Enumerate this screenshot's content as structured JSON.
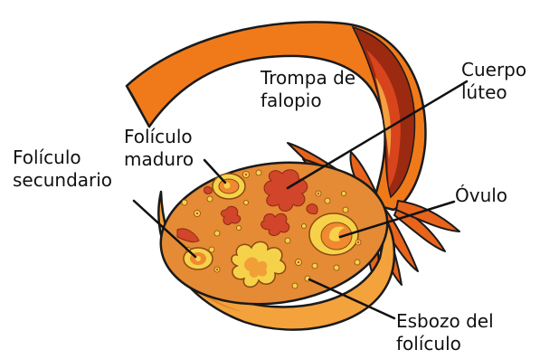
{
  "labels": {
    "trompa": [
      "Trompa de",
      "falopio"
    ],
    "cuerpo_luteo": [
      "Cuerpo",
      "lúteo"
    ],
    "foliculo_maduro": [
      "Folículo",
      "maduro"
    ],
    "foliculo_secundario": [
      "Folículo",
      "secundario"
    ],
    "ovulo": [
      "Óvulo"
    ],
    "esbozo": [
      "Esbozo del",
      "folículo"
    ]
  },
  "colors": {
    "outline": "#1a1a1a",
    "tube_orange": "#f07a1a",
    "tube_dark": "#9b2a10",
    "tube_red": "#d8441c",
    "ovary_rim": "#f4a23c",
    "ovary_body": "#e78a2c",
    "ovary_surface": "#e58a35",
    "lobe_red": "#d1452b",
    "follicle_yellow": "#f6d24a",
    "leader_line": "#111111"
  }
}
